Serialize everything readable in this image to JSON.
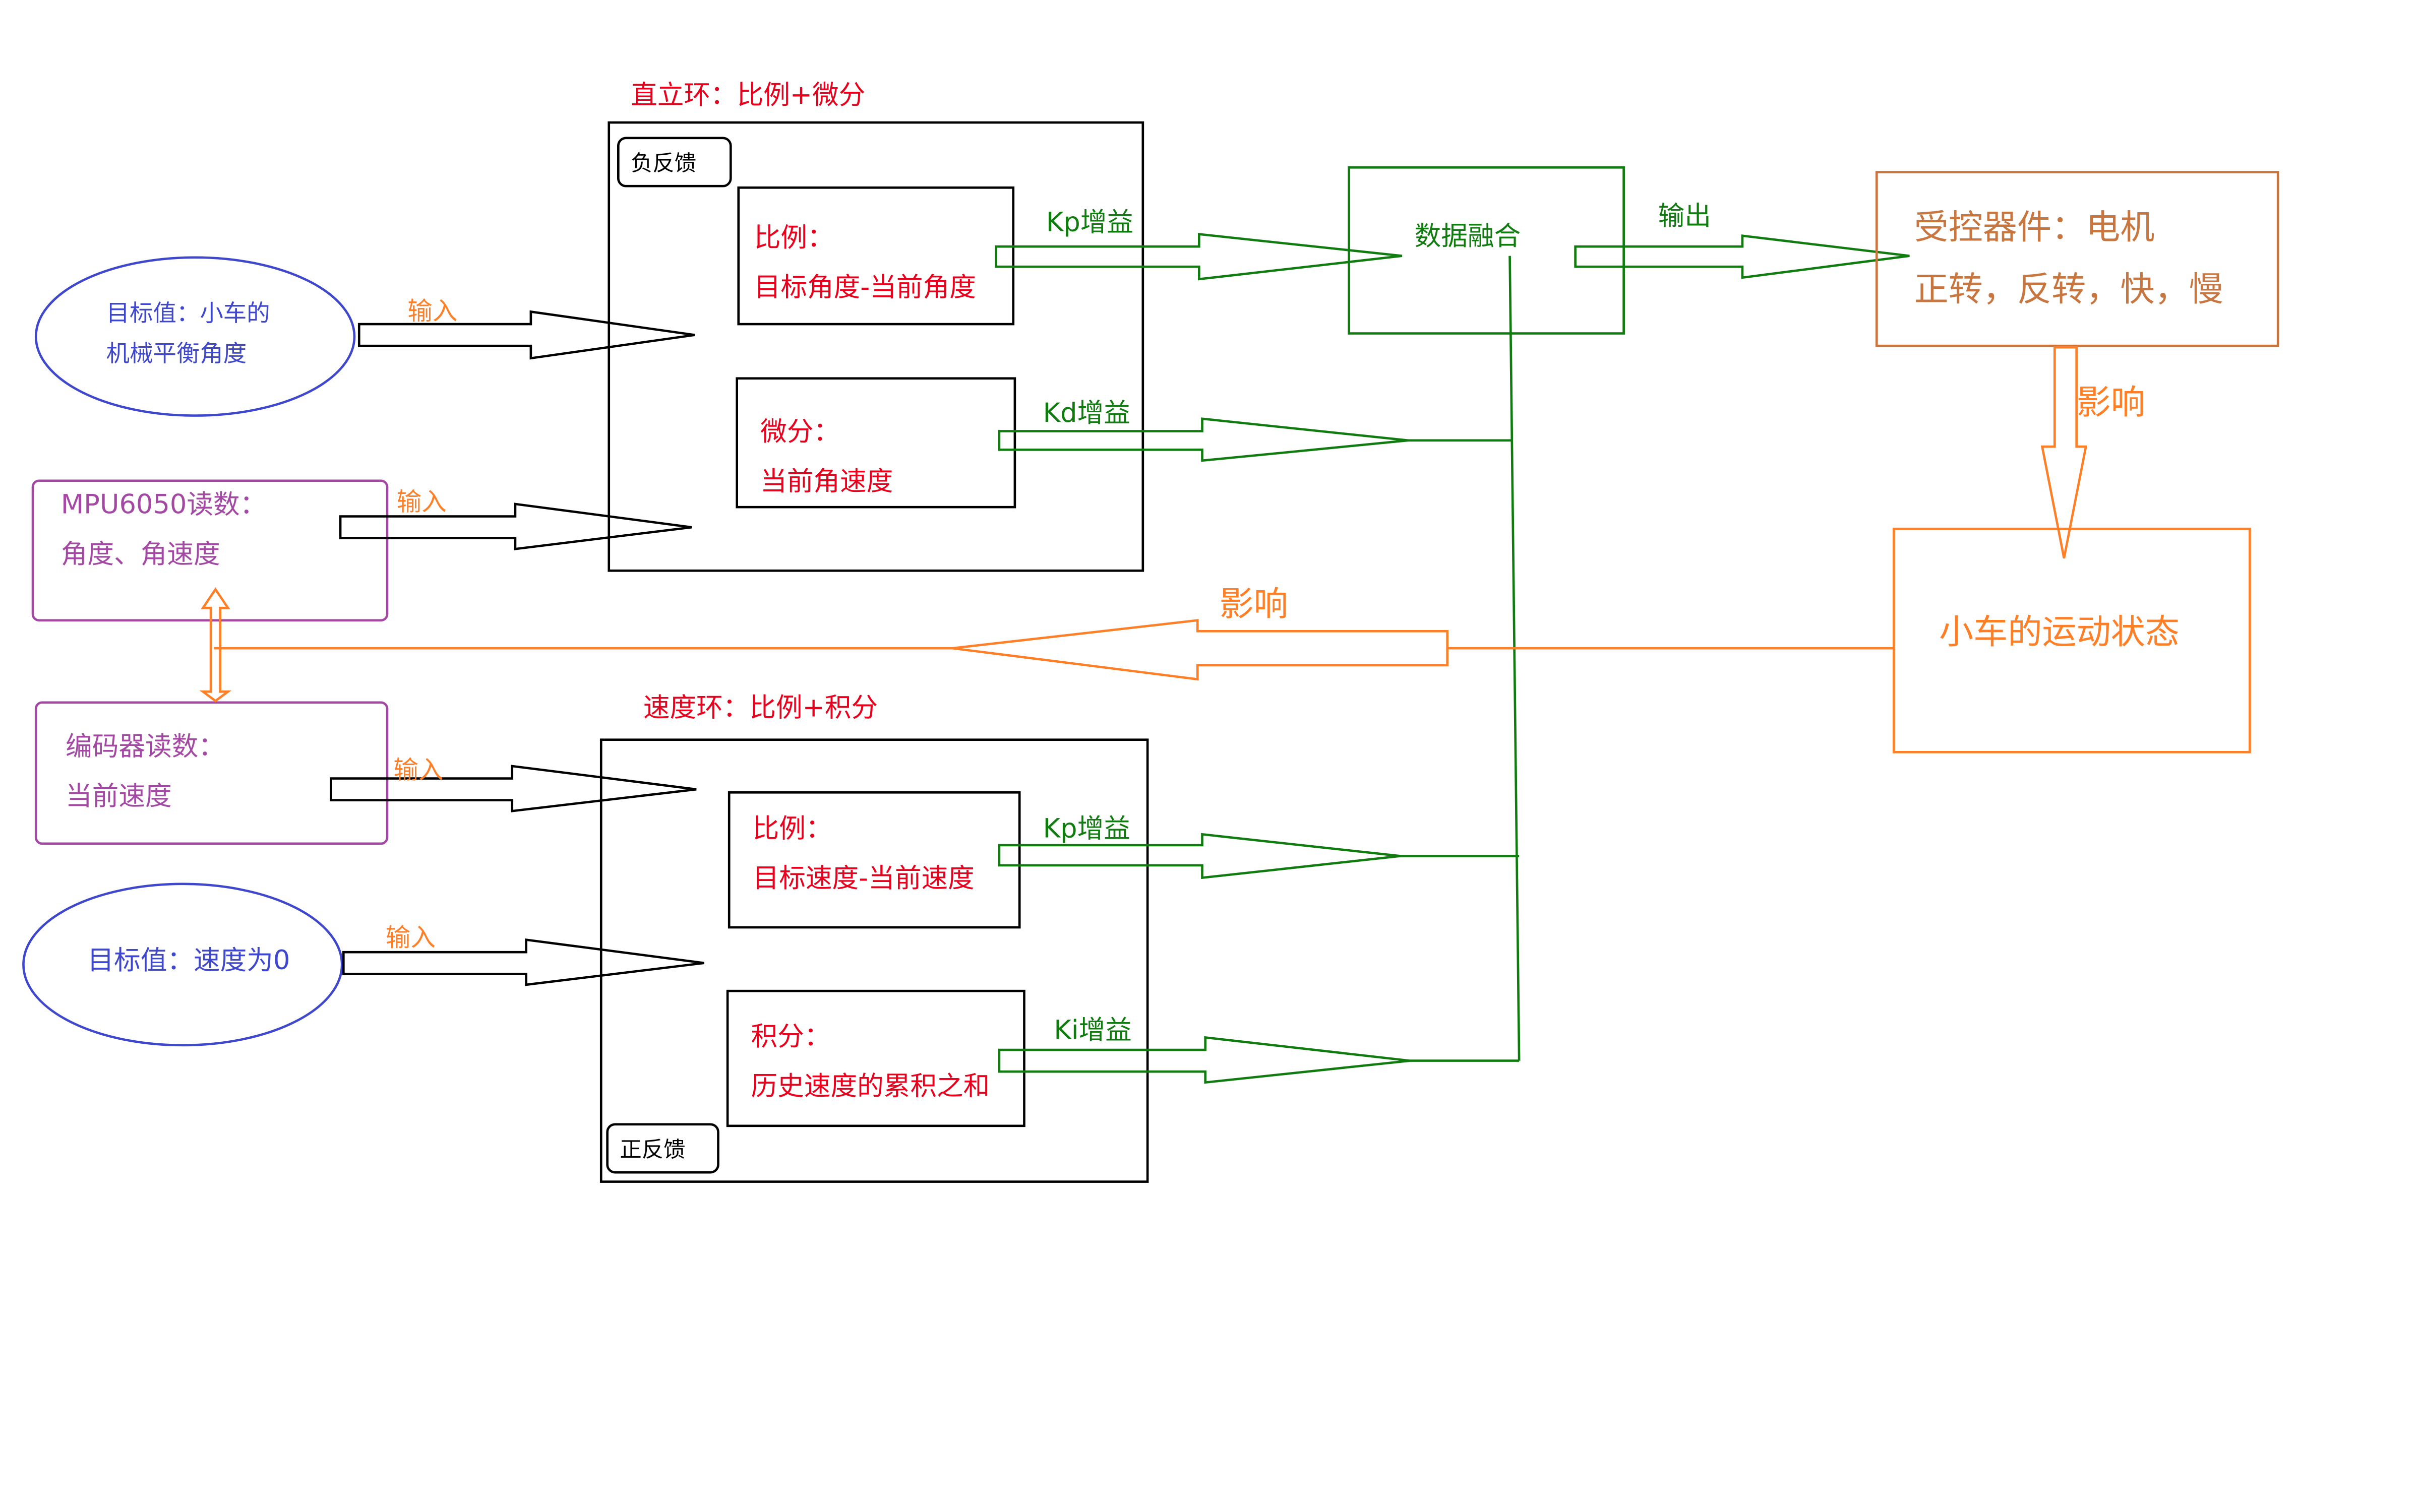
{
  "colors": {
    "black": "#000000",
    "red": "#e8001c",
    "green": "#107c10",
    "orange": "#ff7f27",
    "blue": "#3f48cc",
    "purple": "#a349a4",
    "brown": "#c87640"
  },
  "upright_loop": {
    "title": "直立环：比例+微分",
    "feedback_tag": "负反馈",
    "proportional": {
      "line1": "比例：",
      "line2": "目标角度-当前角度"
    },
    "derivative": {
      "line1": "微分：",
      "line2": "当前角速度"
    },
    "kp_label": "Kp增益",
    "kd_label": "Kd增益"
  },
  "speed_loop": {
    "title": "速度环：比例+积分",
    "feedback_tag": "正反馈",
    "proportional": {
      "line1": "比例：",
      "line2": "目标速度-当前速度"
    },
    "integral": {
      "line1": "积分：",
      "line2": "历史速度的累积之和"
    },
    "kp_label": "Kp增益",
    "ki_label": "Ki增益"
  },
  "inputs": {
    "target_angle": {
      "line1": "目标值：小车的",
      "line2": "机械平衡角度"
    },
    "mpu6050": {
      "line1": "MPU6050读数：",
      "line2": "角度、角速度"
    },
    "encoder": {
      "line1": "编码器读数：",
      "line2": "当前速度"
    },
    "target_speed": "目标值：速度为0",
    "input_label": "输入"
  },
  "fusion": {
    "label": "数据融合",
    "output_label": "输出"
  },
  "actuator": {
    "line1": "受控器件：电机",
    "line2": "正转，反转，快，慢"
  },
  "car_state": {
    "label": "小车的运动状态",
    "influence_label": "影响"
  }
}
